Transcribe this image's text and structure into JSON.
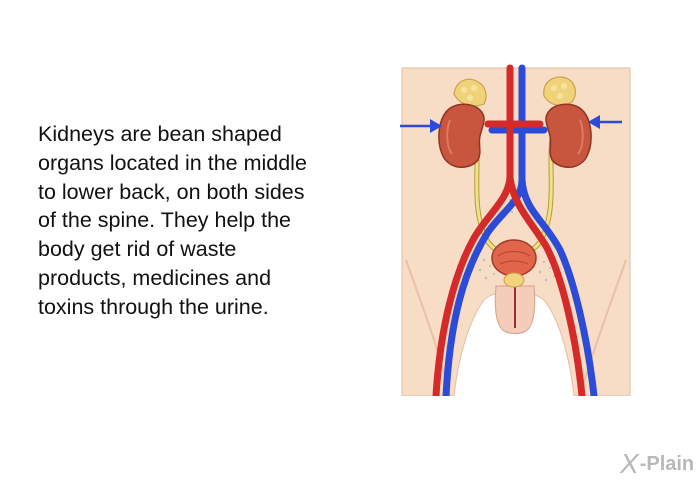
{
  "text": {
    "lines": [
      "Kidneys are bean shaped",
      "organs located in the middle",
      "to lower back, on both sides",
      "of the spine. They help the",
      "body get rid of waste",
      "products, medicines and",
      "toxins through the urine."
    ]
  },
  "logo": {
    "mark": "X",
    "name": "-Plain"
  },
  "colors": {
    "skin": "#f7dcc6",
    "kidney": "#c8553d",
    "adrenal": "#f0d27a",
    "artery": "#d42a2a",
    "vein": "#2c4bd6",
    "ureter": "#e9e28a",
    "arrow": "#2c4bd6"
  }
}
